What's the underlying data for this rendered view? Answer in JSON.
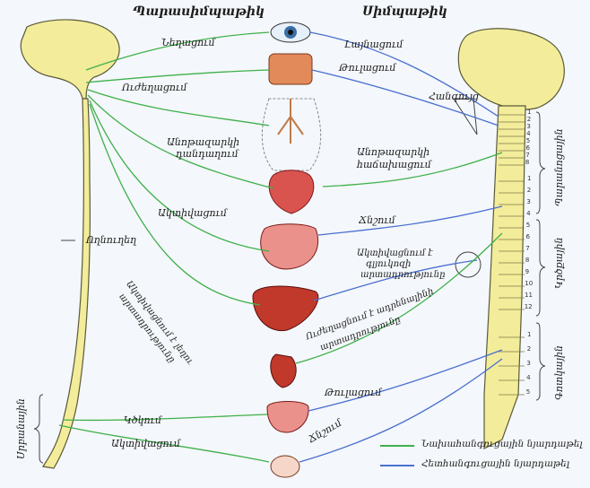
{
  "titles": {
    "left": "Պարասիմպաթիկ",
    "right": "Սիմպաթիկ"
  },
  "left_labels": {
    "constrict": "Նեղացում",
    "stimulate": "Ուժեղացում",
    "slow_heart_1": "Անոթազարկի",
    "slow_heart_2": "դանդաղում",
    "activate": "Ակտիվացում",
    "spinal_cord": "Ողնուղեղ",
    "bile_1": "Ակտիվացնում է լեղու",
    "bile_2": "արտադրությունը",
    "contract": "Կծկում",
    "activate2": "Ակտիվացում",
    "sacral": "Սրբանային"
  },
  "right_labels": {
    "dilate": "Լայնացում",
    "weaken": "Թուլացում",
    "ganglion": "Հանգույց",
    "fast_heart_1": "Անոթազարկի",
    "fast_heart_2": "հաճախացում",
    "suppress": "Ճնշում",
    "glucose_1": "Ակտիվացնում է",
    "glucose_2": "գլյուկոզի",
    "glucose_3": "արտադրությունը",
    "adrenal_1": "Ուժեղացնում է ադրենալինի",
    "adrenal_2": "արտադրությունը",
    "relax": "Թուլացում",
    "suppress2": "Ճնշում"
  },
  "regions": {
    "cervical": "Պարանոցային",
    "thoracic": "Կրծքային",
    "lumbar": "Գոտկային"
  },
  "vertebra_numbers": {
    "cervical": [
      "1",
      "2",
      "3",
      "4",
      "5",
      "6",
      "7",
      "8"
    ],
    "thoracic": [
      "1",
      "2",
      "3",
      "4",
      "5",
      "6",
      "7",
      "8",
      "9",
      "10",
      "11",
      "12"
    ],
    "lumbar": [
      "1",
      "2",
      "3",
      "4",
      "5"
    ]
  },
  "legend": {
    "pre": "Նախահանգուցային նյարդաթել",
    "post": "Հետհանգուցային նյարդաթել",
    "pre_color": "#3fb04a",
    "post_color": "#4a6fd0"
  },
  "colors": {
    "spine": "#f3ec9a",
    "organ_red": "#d9534f",
    "background": "#f4f7fb"
  }
}
